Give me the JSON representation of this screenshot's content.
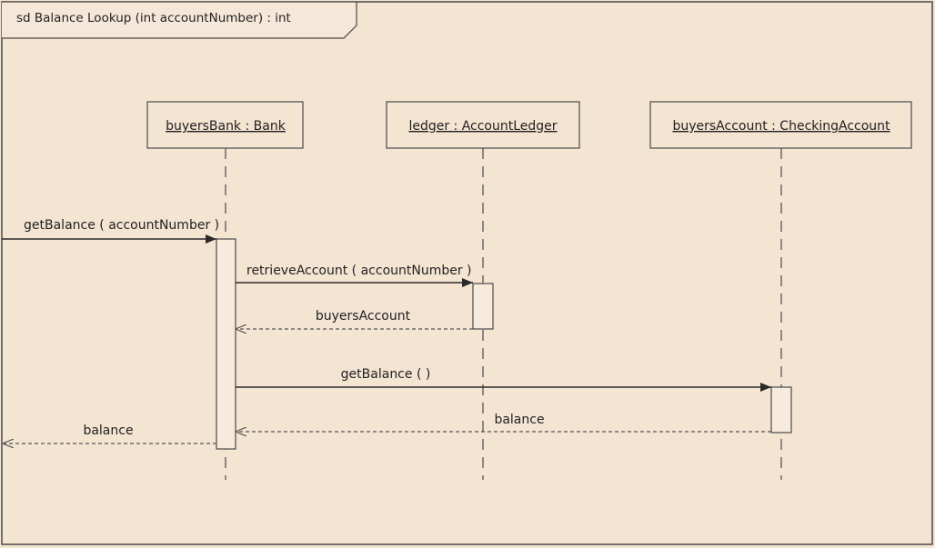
{
  "frame": {
    "title": "sd  Balance Lookup (int accountNumber) : int"
  },
  "lifelines": [
    {
      "label": "buyersBank : Bank"
    },
    {
      "label": "ledger : AccountLedger"
    },
    {
      "label": "buyersAccount : CheckingAccount"
    }
  ],
  "messages": [
    {
      "label": "getBalance ( accountNumber )",
      "kind": "sync-call",
      "from": "external",
      "to": "buyersBank : Bank"
    },
    {
      "label": "retrieveAccount ( accountNumber )",
      "kind": "sync-call",
      "from": "buyersBank : Bank",
      "to": "ledger : AccountLedger"
    },
    {
      "label": "buyersAccount",
      "kind": "reply",
      "from": "ledger : AccountLedger",
      "to": "buyersBank : Bank"
    },
    {
      "label": "getBalance (  )",
      "kind": "sync-call",
      "from": "buyersBank : Bank",
      "to": "buyersAccount : CheckingAccount"
    },
    {
      "label": "balance",
      "kind": "reply",
      "from": "buyersAccount : CheckingAccount",
      "to": "buyersBank : Bank"
    },
    {
      "label": "balance",
      "kind": "reply",
      "from": "buyersBank : Bank",
      "to": "external"
    }
  ],
  "colors": {
    "background": "#f4e4d2",
    "line": "#3a3a3a",
    "activation_fill": "#f7ebdd"
  }
}
